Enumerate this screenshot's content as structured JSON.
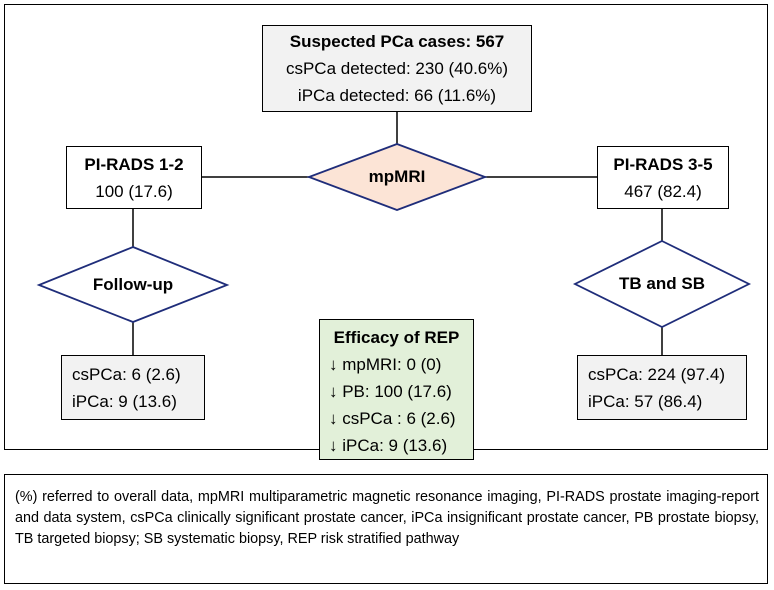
{
  "top_box": {
    "title": "Suspected PCa cases: 567",
    "line1": "csPCa detected: 230 (40.6%)",
    "line2": "iPCa detected: 66 (11.6%)"
  },
  "center_diamond": {
    "label": "mpMRI"
  },
  "left_box": {
    "title": "PI-RADS 1-2",
    "value": "100 (17.6)"
  },
  "right_box": {
    "title": "PI-RADS 3-5",
    "value": "467 (82.4)"
  },
  "left_diamond": {
    "label": "Follow-up"
  },
  "right_diamond": {
    "label": "TB and SB"
  },
  "left_result": {
    "line1": "csPCa: 6 (2.6)",
    "line2": "iPCa: 9 (13.6)"
  },
  "right_result": {
    "line1": "csPCa: 224 (97.4)",
    "line2": "iPCa: 57 (86.4)"
  },
  "efficacy_box": {
    "title": "Efficacy of REP",
    "items": [
      "↓ mpMRI: 0 (0)",
      "↓ PB: 100 (17.6)",
      "↓ csPCa : 6 (2.6)",
      "↓ iPCa: 9 (13.6)"
    ]
  },
  "caption": "(%) referred to overall data, mpMRI multiparametric magnetic resonance imaging, PI-RADS prostate imaging-report and data system, csPCa clinically significant prostate cancer, iPCa insignificant prostate cancer, PB prostate biopsy, TB targeted biopsy; SB systematic biopsy, REP risk stratified pathway",
  "colors": {
    "top_box_fill": "#f2f2f2",
    "result_box_fill": "#f2f2f2",
    "mpmri_fill": "#fce4d6",
    "efficacy_fill": "#e2f0d9",
    "diamond_stroke": "#1f2d7a"
  }
}
